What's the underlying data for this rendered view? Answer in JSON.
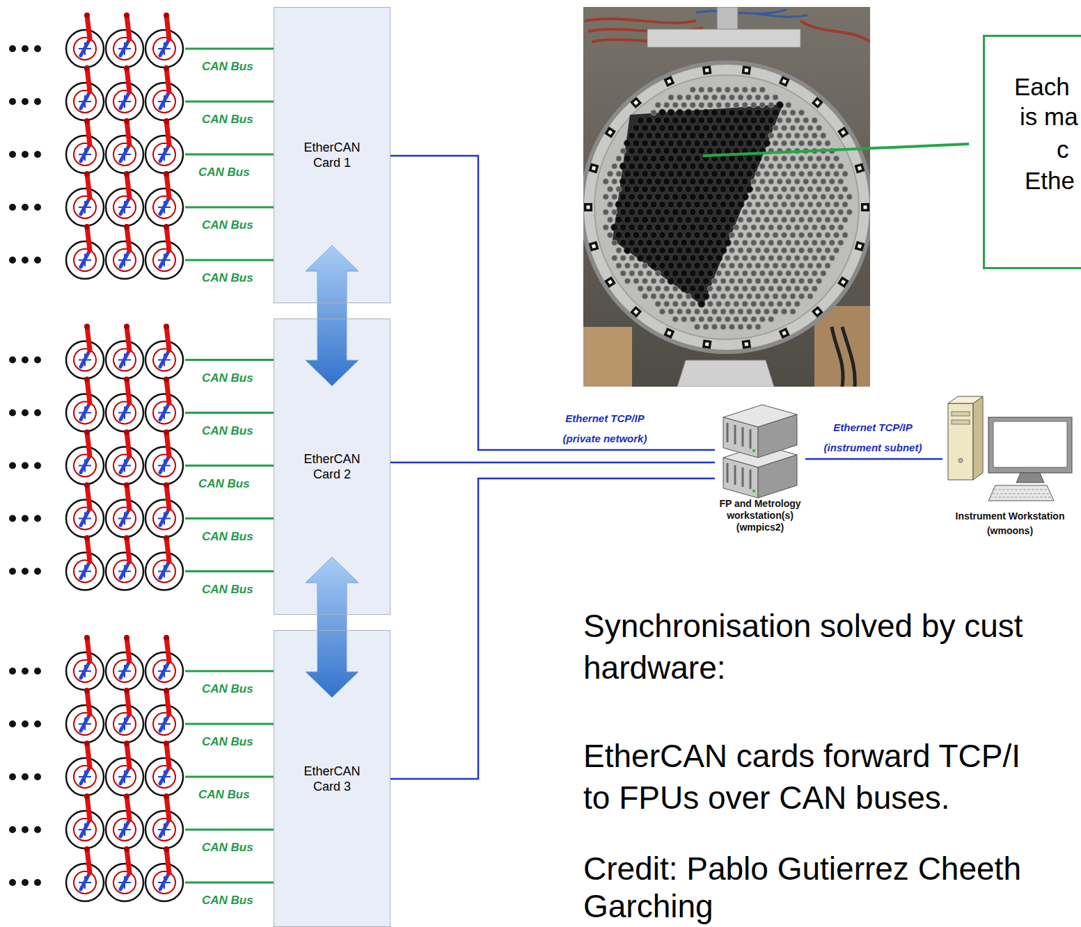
{
  "diagram": {
    "nodes": [
      {
        "text": [
          "EtherCAN Card 1"
        ]
      },
      {
        "text": [
          "EtherCAN Card 2"
        ]
      },
      {
        "text": [
          "EtherCAN Card 3"
        ]
      },
      {
        "text": [
          "Each",
          "is ma",
          "c",
          "Ethe"
        ]
      },
      {
        "text": [
          "FP and Metrology workstation(s) (wmpics2)"
        ]
      },
      {
        "text": [
          "Instrument Workstation (wmoons)"
        ]
      }
    ],
    "edges": [
      {
        "from": 0,
        "to": 4,
        "arrow": "none",
        "label": "Ethernet TCP/IP (private network)"
      },
      {
        "from": 1,
        "to": 4,
        "arrow": "none"
      },
      {
        "from": 2,
        "to": 4,
        "arrow": "none"
      },
      {
        "from": 4,
        "to": 5,
        "arrow": "none",
        "label": "Ethernet TCP/IP (instrument subnet)"
      },
      {
        "from": 0,
        "to": 1,
        "arrow": "both"
      },
      {
        "from": 1,
        "to": 2,
        "arrow": "both"
      }
    ],
    "labels": [
      "CAN Bus",
      "CAN Bus",
      "CAN Bus",
      "CAN Bus",
      "CAN Bus",
      "CAN Bus",
      "CAN Bus",
      "CAN Bus",
      "CAN Bus",
      "CAN Bus",
      "CAN Bus",
      "CAN Bus",
      "CAN Bus",
      "CAN Bus",
      "CAN Bus",
      "Synchronisation solved by cust hardware:",
      "EtherCAN cards forward TCP/I to FPUs over CAN buses.",
      "Credit: Pablo Gutierrez Cheeth Garching"
    ]
  }
}
